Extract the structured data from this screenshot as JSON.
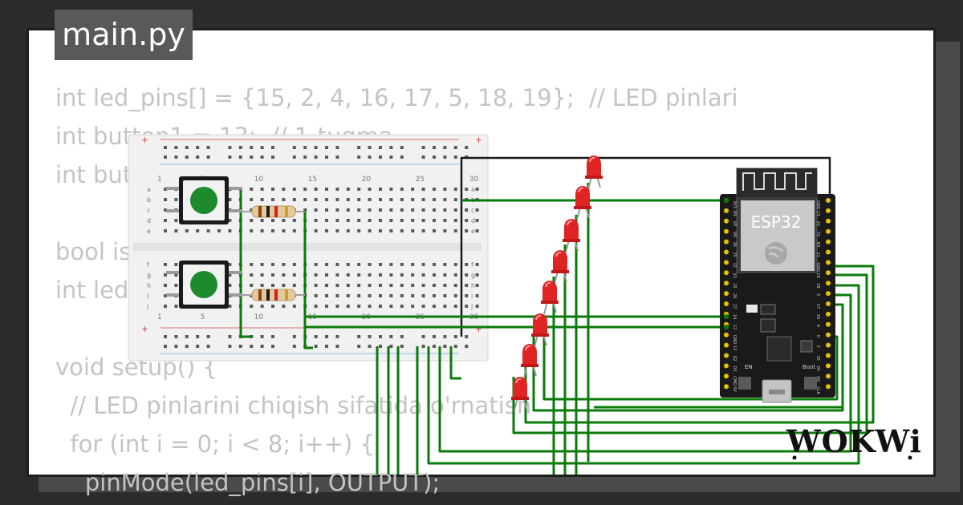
{
  "tab": {
    "filename": "main.py"
  },
  "code_lines": [
    "int led_pins[] = {15, 2, 4, 16, 17, 5, 18, 19};  // LED pinlari",
    "int button1 = 13;  // 1-tugma",
    "int button2 = 12;  // 2-tugma",
    "",
    "bool isBlinking = false;",
    "int ledIndex = 0;",
    "",
    "void setup() {",
    "  // LED pinlarini chiqish sifatida o'rnatish",
    "  for (int i = 0; i < 8; i++) {",
    "    pinMode(led_pins[i], OUTPUT);"
  ],
  "breadboard": {
    "column_numbers": [
      "1",
      "5",
      "10",
      "15",
      "20",
      "25",
      "30"
    ],
    "rows_top": [
      "a",
      "b",
      "c",
      "d",
      "e"
    ],
    "rows_bottom": [
      "f",
      "g",
      "h",
      "i",
      "j"
    ],
    "rail_plus": "+",
    "rail_minus": "-"
  },
  "esp32": {
    "label": "ESP32",
    "en_label": "EN",
    "boot_label": "Boot",
    "left_pins": [
      "3V3",
      "EN",
      "VP",
      "VN",
      "34",
      "35",
      "32",
      "33",
      "25",
      "26",
      "27",
      "14",
      "12",
      "GND",
      "13",
      "D2",
      "D3",
      "CMD",
      "5V"
    ],
    "right_pins": [
      "GND",
      "23",
      "22",
      "TX",
      "RX",
      "21",
      "GND",
      "19",
      "18",
      "5",
      "17",
      "16",
      "4",
      "0",
      "2",
      "15",
      "D1",
      "D0",
      "CLK"
    ]
  },
  "logo": {
    "text": "WOKWi"
  },
  "colors": {
    "wire": "#0a7a0a",
    "wire_ground": "#1a1a1a",
    "led": "#e02424",
    "button": "#1e8a2e",
    "board": "#1a1a1a",
    "breadboard": "#f1f1f1",
    "code_text": "#c4c4c4"
  }
}
